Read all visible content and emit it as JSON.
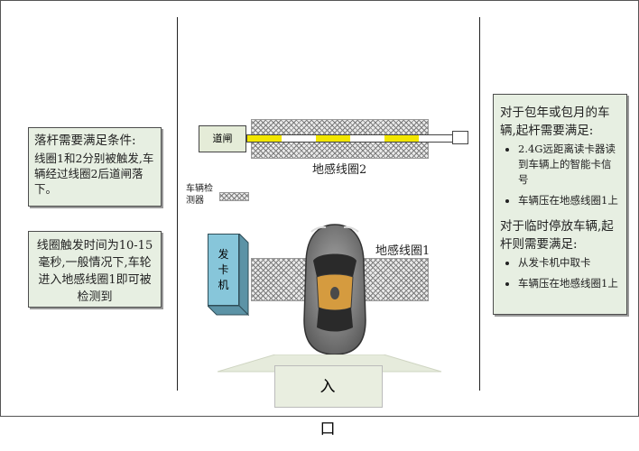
{
  "notes": {
    "drop_condition_title": "落杆需要满足条件:",
    "drop_condition_body": "线圈1和2分别被触发,车辆经过线圈2后道闸落下。",
    "trigger_time": "线圈触发时间为10-15毫秒,一般情况下,车轮进入地感线圈1即可被检测到",
    "annual": {
      "heading": "对于包年或包月的车辆,起杆需要满足:",
      "items": [
        "2.4G远距离读卡器读到车辆上的智能卡信号",
        "车辆压在地感线圈1上"
      ]
    },
    "temporary": {
      "heading": "对于临时停放车辆,起杆则需要满足:",
      "items": [
        "从发卡机中取卡",
        "车辆压在地感线圈1上"
      ]
    }
  },
  "labels": {
    "gate": "道闸",
    "loop2": "地感线圈2",
    "loop1": "地感线圈1",
    "detector": "车辆检测器",
    "dispenser": "发卡机",
    "entrance": "入 口"
  },
  "colors": {
    "note_bg": "#e7efe2",
    "barrier_yellow": "#f2e600",
    "dispenser_blue": "#87c6da",
    "car_body": "#8a8a8a"
  }
}
